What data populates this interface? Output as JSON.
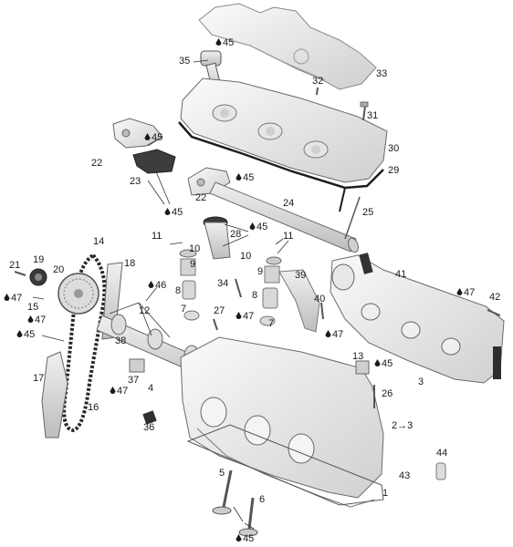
{
  "diagram": {
    "callouts": [
      {
        "id": "c45a",
        "text": "45",
        "oil": true
      },
      {
        "id": "c35",
        "text": "35",
        "oil": false
      },
      {
        "id": "c33",
        "text": "33",
        "oil": false
      },
      {
        "id": "c32",
        "text": "32",
        "oil": false
      },
      {
        "id": "c31",
        "text": "31",
        "oil": false
      },
      {
        "id": "c30",
        "text": "30",
        "oil": false
      },
      {
        "id": "c29",
        "text": "29",
        "oil": false
      },
      {
        "id": "c45b",
        "text": "45",
        "oil": true
      },
      {
        "id": "c22a",
        "text": "22",
        "oil": false
      },
      {
        "id": "c23",
        "text": "23",
        "oil": false
      },
      {
        "id": "c45c",
        "text": "45",
        "oil": true
      },
      {
        "id": "c22b",
        "text": "22",
        "oil": false
      },
      {
        "id": "c45d",
        "text": "45",
        "oil": true
      },
      {
        "id": "c24",
        "text": "24",
        "oil": false
      },
      {
        "id": "c25",
        "text": "25",
        "oil": false
      },
      {
        "id": "c11a",
        "text": "11",
        "oil": false
      },
      {
        "id": "c28",
        "text": "28",
        "oil": false
      },
      {
        "id": "c45e",
        "text": "45",
        "oil": true
      },
      {
        "id": "c11b",
        "text": "11",
        "oil": false
      },
      {
        "id": "c10a",
        "text": "10",
        "oil": false
      },
      {
        "id": "c10b",
        "text": "10",
        "oil": false
      },
      {
        "id": "c9a",
        "text": "9",
        "oil": false
      },
      {
        "id": "c9b",
        "text": "9",
        "oil": false
      },
      {
        "id": "c14",
        "text": "14",
        "oil": false
      },
      {
        "id": "c18",
        "text": "18",
        "oil": false
      },
      {
        "id": "c39",
        "text": "39",
        "oil": false
      },
      {
        "id": "c41",
        "text": "41",
        "oil": false
      },
      {
        "id": "c21",
        "text": "21",
        "oil": false
      },
      {
        "id": "c19",
        "text": "19",
        "oil": false
      },
      {
        "id": "c20",
        "text": "20",
        "oil": false
      },
      {
        "id": "c46",
        "text": "46",
        "oil": true
      },
      {
        "id": "c34",
        "text": "34",
        "oil": false
      },
      {
        "id": "c8a",
        "text": "8",
        "oil": false
      },
      {
        "id": "c8b",
        "text": "8",
        "oil": false
      },
      {
        "id": "c47a",
        "text": "47",
        "oil": true
      },
      {
        "id": "c42",
        "text": "42",
        "oil": false
      },
      {
        "id": "c40",
        "text": "40",
        "oil": false
      },
      {
        "id": "c15",
        "text": "15",
        "oil": false
      },
      {
        "id": "c47b",
        "text": "47",
        "oil": true
      },
      {
        "id": "c12",
        "text": "12",
        "oil": false
      },
      {
        "id": "c7a",
        "text": "7",
        "oil": false
      },
      {
        "id": "c27",
        "text": "27",
        "oil": false
      },
      {
        "id": "c47c",
        "text": "47",
        "oil": true
      },
      {
        "id": "c7b",
        "text": "7",
        "oil": false
      },
      {
        "id": "c47d",
        "text": "47",
        "oil": true
      },
      {
        "id": "c47e",
        "text": "47",
        "oil": true
      },
      {
        "id": "c45f",
        "text": "45",
        "oil": true
      },
      {
        "id": "c38",
        "text": "38",
        "oil": false
      },
      {
        "id": "c13",
        "text": "13",
        "oil": false
      },
      {
        "id": "c45g",
        "text": "45",
        "oil": true
      },
      {
        "id": "c17",
        "text": "17",
        "oil": false
      },
      {
        "id": "c37",
        "text": "37",
        "oil": false
      },
      {
        "id": "c3a",
        "text": "3",
        "oil": false
      },
      {
        "id": "c4",
        "text": "4",
        "oil": false
      },
      {
        "id": "c47f",
        "text": "47",
        "oil": true
      },
      {
        "id": "c26",
        "text": "26",
        "oil": false
      },
      {
        "id": "c16",
        "text": "16",
        "oil": false
      },
      {
        "id": "c36",
        "text": "36",
        "oil": false
      },
      {
        "id": "c2to3",
        "text": "2→3",
        "oil": false
      },
      {
        "id": "c44",
        "text": "44",
        "oil": false
      },
      {
        "id": "c43",
        "text": "43",
        "oil": false
      },
      {
        "id": "c5",
        "text": "5",
        "oil": false
      },
      {
        "id": "c1",
        "text": "1",
        "oil": false
      },
      {
        "id": "c6",
        "text": "6",
        "oil": false
      },
      {
        "id": "c45h",
        "text": "45",
        "oil": true
      }
    ],
    "colors": {
      "line": "#2a2a2a",
      "part_light": "#f2f2f2",
      "part_mid": "#d6d6d6",
      "part_dark": "#3a3a3a",
      "label": "#1a1a1a"
    }
  }
}
